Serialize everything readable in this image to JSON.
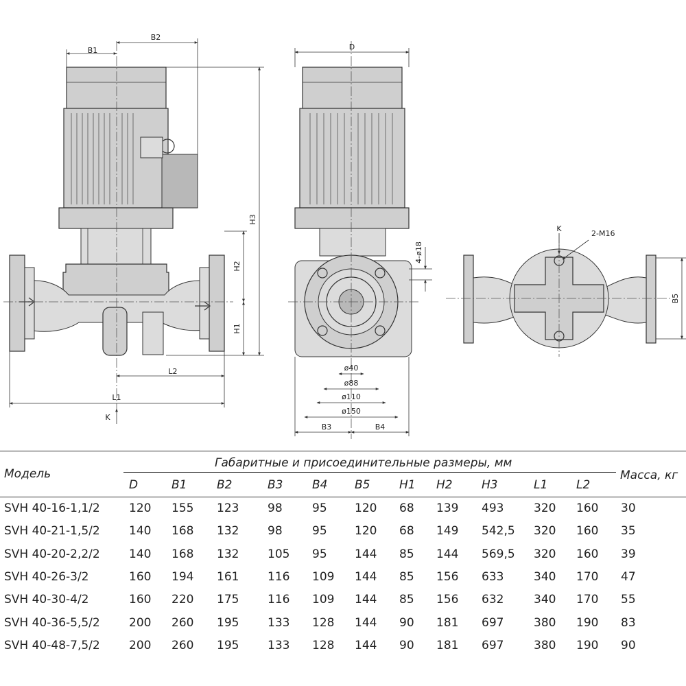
{
  "drawing": {
    "front_view": {
      "dim_labels": {
        "B1": "B1",
        "B2": "B2",
        "H3": "H3",
        "H2": "H2",
        "H1": "H1",
        "L2": "L2",
        "L1": "L1",
        "K": "K"
      }
    },
    "side_view": {
      "dim_labels": {
        "D": "D",
        "holes": "4-ø18",
        "d40": "ø40",
        "d88": "ø88",
        "d110": "ø110",
        "d150": "ø150",
        "B3": "B3",
        "B4": "B4"
      }
    },
    "top_view": {
      "dim_labels": {
        "K": "K",
        "bolts": "2-M16",
        "B5": "B5"
      }
    }
  },
  "table": {
    "model_header": "Модель",
    "group_header": "Габаритные и присоединительные размеры, мм",
    "mass_header": "Масса, кг",
    "columns": [
      "D",
      "B1",
      "B2",
      "B3",
      "B4",
      "B5",
      "H1",
      "H2",
      "H3",
      "L1",
      "L2"
    ],
    "rows": [
      {
        "model": "SVH 40-16-1,1/2",
        "D": "120",
        "B1": "155",
        "B2": "123",
        "B3": "98",
        "B4": "95",
        "B5": "120",
        "H1": "68",
        "H2": "139",
        "H3": "493",
        "L1": "320",
        "L2": "160",
        "mass": "30"
      },
      {
        "model": "SVH 40-21-1,5/2",
        "D": "140",
        "B1": "168",
        "B2": "132",
        "B3": "98",
        "B4": "95",
        "B5": "120",
        "H1": "68",
        "H2": "149",
        "H3": "542,5",
        "L1": "320",
        "L2": "160",
        "mass": "35"
      },
      {
        "model": "SVH 40-20-2,2/2",
        "D": "140",
        "B1": "168",
        "B2": "132",
        "B3": "105",
        "B4": "95",
        "B5": "144",
        "H1": "85",
        "H2": "144",
        "H3": "569,5",
        "L1": "320",
        "L2": "160",
        "mass": "39"
      },
      {
        "model": "SVH 40-26-3/2",
        "D": "160",
        "B1": "194",
        "B2": "161",
        "B3": "116",
        "B4": "109",
        "B5": "144",
        "H1": "85",
        "H2": "156",
        "H3": "633",
        "L1": "340",
        "L2": "170",
        "mass": "47"
      },
      {
        "model": "SVH 40-30-4/2",
        "D": "160",
        "B1": "220",
        "B2": "175",
        "B3": "116",
        "B4": "109",
        "B5": "144",
        "H1": "85",
        "H2": "156",
        "H3": "632",
        "L1": "340",
        "L2": "170",
        "mass": "55"
      },
      {
        "model": "SVH 40-36-5,5/2",
        "D": "200",
        "B1": "260",
        "B2": "195",
        "B3": "133",
        "B4": "128",
        "B5": "144",
        "H1": "90",
        "H2": "181",
        "H3": "697",
        "L1": "380",
        "L2": "190",
        "mass": "83"
      },
      {
        "model": "SVH 40-48-7,5/2",
        "D": "200",
        "B1": "260",
        "B2": "195",
        "B3": "133",
        "B4": "128",
        "B5": "144",
        "H1": "90",
        "H2": "181",
        "H3": "697",
        "L1": "380",
        "L2": "190",
        "mass": "90"
      }
    ]
  }
}
